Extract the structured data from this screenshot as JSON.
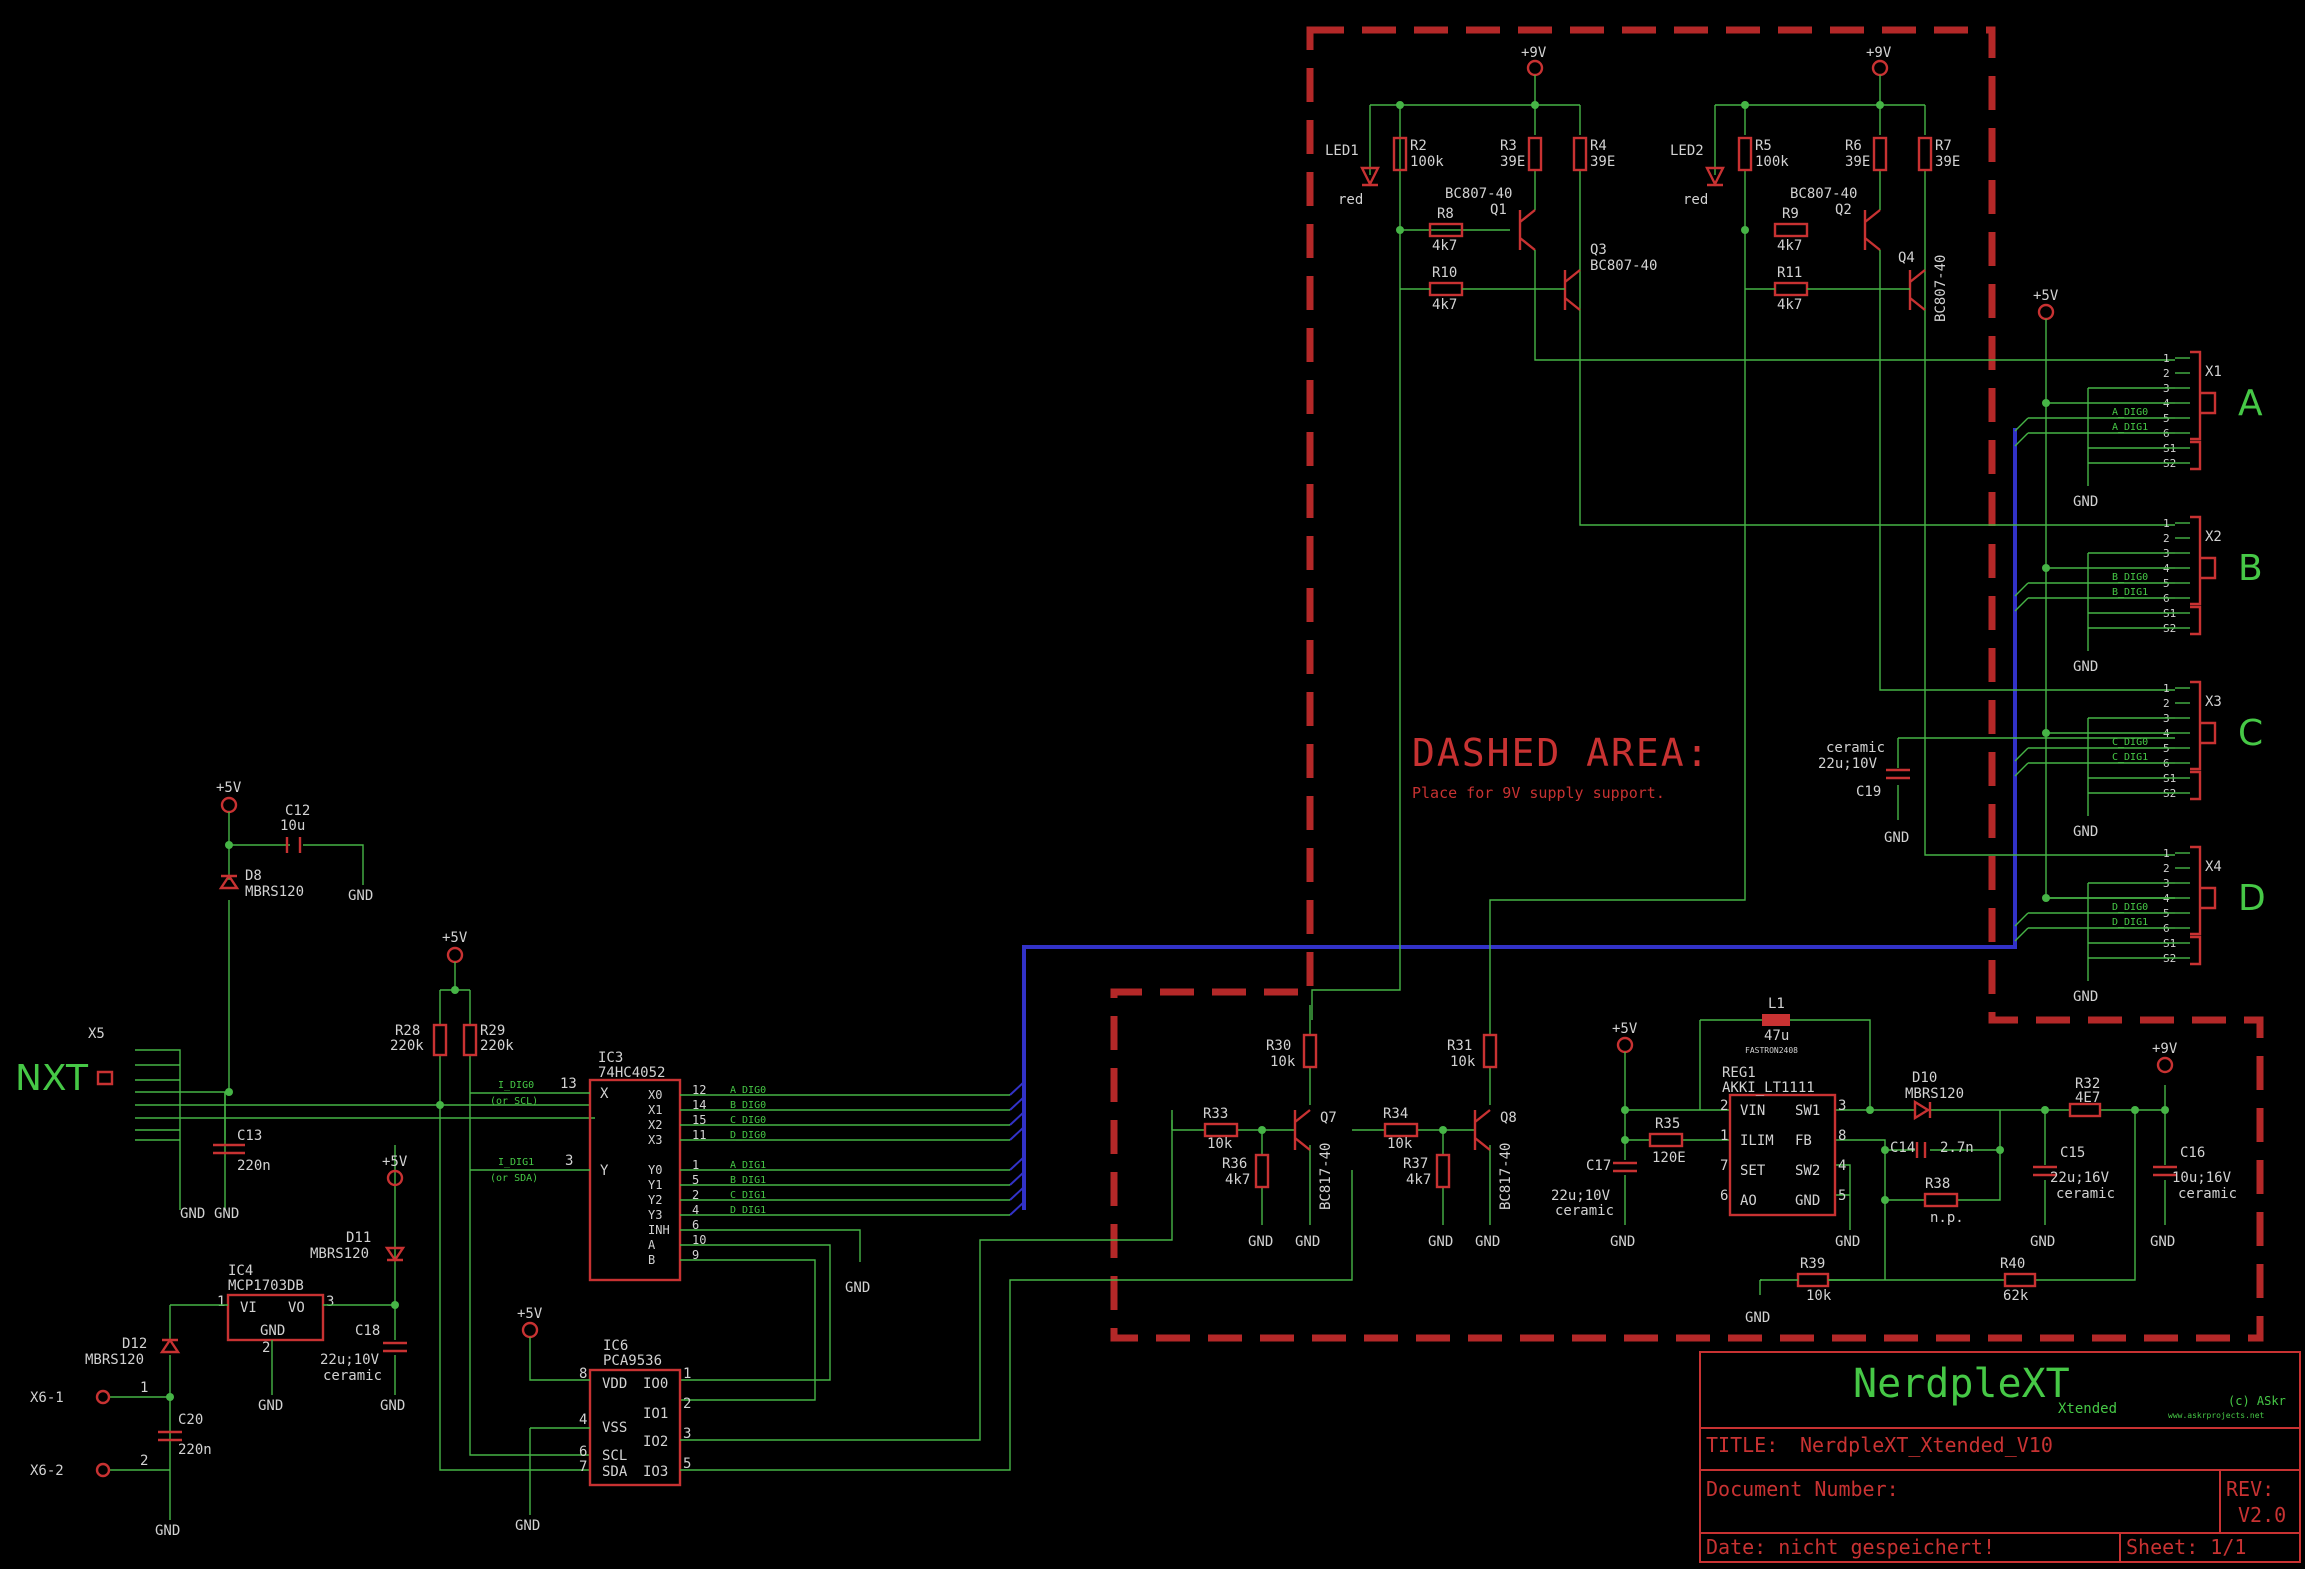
{
  "title_block": {
    "project": "NerdpleXT",
    "subtitle": "Xtended",
    "copyright": "(c) ASkr",
    "website": "www.askrprojects.net",
    "title_label": "TITLE:",
    "title_value": "NerdpleXT_Xtended_V10",
    "docnum_label": "Document Number:",
    "rev_label": "REV:",
    "rev_value": "V2.0",
    "date_text": "Date: nicht gespeichert!",
    "sheet_text": "Sheet: 1/1"
  },
  "dashed_area": {
    "title": "DASHED AREA:",
    "note": "Place for 9V supply support."
  },
  "ports": {
    "A": "A",
    "B": "B",
    "C": "C",
    "D": "D",
    "nxt": "NXT"
  },
  "connectors": [
    "X1",
    "X2",
    "X3",
    "X4",
    "X5",
    "X6-1",
    "X6-2"
  ],
  "connector_pins": [
    "1",
    "2",
    "3",
    "4",
    "5",
    "6",
    "S1",
    "S2"
  ],
  "power": {
    "v9": "+9V",
    "v5": "+5V",
    "gnd": "GND"
  },
  "net_labels": {
    "dig0": [
      "A_DIG0",
      "B_DIG0",
      "C_DIG0",
      "D_DIG0"
    ],
    "dig1": [
      "A_DIG1",
      "B_DIG1",
      "C_DIG1",
      "D_DIG1"
    ],
    "i_dig0": "I_DIG0",
    "i_dig1": "I_DIG1",
    "or_scl": "(or SCL)",
    "or_sda": "(or SDA)"
  },
  "parts": {
    "LED1": {
      "name": "LED1",
      "value": "red"
    },
    "LED2": {
      "name": "LED2",
      "value": "red"
    },
    "R2": {
      "name": "R2",
      "value": "100k"
    },
    "R3": {
      "name": "R3",
      "value": "39E"
    },
    "R4": {
      "name": "R4",
      "value": "39E"
    },
    "R5": {
      "name": "R5",
      "value": "100k"
    },
    "R6": {
      "name": "R6",
      "value": "39E"
    },
    "R7": {
      "name": "R7",
      "value": "39E"
    },
    "R8": {
      "name": "R8",
      "value": "4k7"
    },
    "R9": {
      "name": "R9",
      "value": "4k7"
    },
    "R10": {
      "name": "R10",
      "value": "4k7"
    },
    "R11": {
      "name": "R11",
      "value": "4k7"
    },
    "Q1": {
      "name": "Q1",
      "value": "BC807-40"
    },
    "Q2": {
      "name": "Q2",
      "value": "BC807-40"
    },
    "Q3": {
      "name": "Q3",
      "value": "BC807-40"
    },
    "Q4": {
      "name": "Q4",
      "value": "BC807-40"
    },
    "C12": {
      "name": "C12",
      "value": "10u"
    },
    "D8": {
      "name": "D8",
      "value": "MBRS120"
    },
    "C13": {
      "name": "C13",
      "value": "220n"
    },
    "R28": {
      "name": "R28",
      "value": "220k"
    },
    "R29": {
      "name": "R29",
      "value": "220k"
    },
    "IC3": {
      "name": "IC3",
      "value": "74HC4052"
    },
    "IC4": {
      "name": "IC4",
      "value": "MCP1703DB"
    },
    "D11": {
      "name": "D11",
      "value": "MBRS120"
    },
    "D12": {
      "name": "D12",
      "value": "MBRS120"
    },
    "C18": {
      "name": "C18",
      "value": "22u;10V",
      "note": "ceramic"
    },
    "C20": {
      "name": "C20",
      "value": "220n"
    },
    "IC6": {
      "name": "IC6",
      "value": "PCA9536"
    },
    "R30": {
      "name": "R30",
      "value": "10k"
    },
    "R31": {
      "name": "R31",
      "value": "10k"
    },
    "R33": {
      "name": "R33",
      "value": "10k"
    },
    "R34": {
      "name": "R34",
      "value": "10k"
    },
    "R36": {
      "name": "R36",
      "value": "4k7"
    },
    "R37": {
      "name": "R37",
      "value": "4k7"
    },
    "Q7": {
      "name": "Q7",
      "value": "BC817-40"
    },
    "Q8": {
      "name": "Q8",
      "value": "BC817-40"
    },
    "L1": {
      "name": "L1",
      "value": "47u",
      "note": "FASTRON2408"
    },
    "REG1": {
      "name": "REG1",
      "value": "AKKI_LT1111"
    },
    "C17": {
      "name": "C17",
      "value": "22u;10V",
      "note": "ceramic"
    },
    "R35": {
      "name": "R35",
      "value": "120E"
    },
    "D10": {
      "name": "D10",
      "value": "MBRS120"
    },
    "R32": {
      "name": "R32",
      "value": "4E7"
    },
    "C14": {
      "name": "C14",
      "value": "2.7n"
    },
    "R38": {
      "name": "R38",
      "value": "n.p."
    },
    "C15": {
      "name": "C15",
      "value": "22u;16V",
      "note": "ceramic"
    },
    "C16": {
      "name": "C16",
      "value": "10u;16V",
      "note": "ceramic"
    },
    "R39": {
      "name": "R39",
      "value": "10k"
    },
    "R40": {
      "name": "R40",
      "value": "62k"
    },
    "C19": {
      "name": "C19",
      "value": "22u;10V",
      "note": "ceramic"
    }
  },
  "pins": {
    "ic3_left": [
      "X",
      "Y"
    ],
    "ic3_left_nums": [
      "13",
      "3"
    ],
    "ic3_right": [
      "X0",
      "X1",
      "X2",
      "X3",
      "Y0",
      "Y1",
      "Y2",
      "Y3",
      "INH",
      "A",
      "B"
    ],
    "ic3_right_nums": [
      "12",
      "14",
      "15",
      "11",
      "1",
      "5",
      "2",
      "4",
      "6",
      "10",
      "9"
    ],
    "ic6_left": [
      "VDD",
      "VSS",
      "SCL",
      "SDA"
    ],
    "ic6_left_nums": [
      "8",
      "4",
      "6",
      "7"
    ],
    "ic6_right": [
      "IO0",
      "IO1",
      "IO2",
      "IO3"
    ],
    "ic6_right_nums": [
      "1",
      "2",
      "3",
      "5"
    ],
    "ic4": [
      "VI",
      "VO",
      "GND"
    ],
    "ic4_nums": [
      "1",
      "3",
      "2"
    ],
    "reg1_left": [
      "VIN",
      "ILIM",
      "SET",
      "AO"
    ],
    "reg1_left_nums": [
      "2",
      "1",
      "7",
      "6"
    ],
    "reg1_right": [
      "SW1",
      "FB",
      "SW2",
      "GND"
    ],
    "reg1_right_nums": [
      "3",
      "8",
      "4",
      "5"
    ]
  }
}
